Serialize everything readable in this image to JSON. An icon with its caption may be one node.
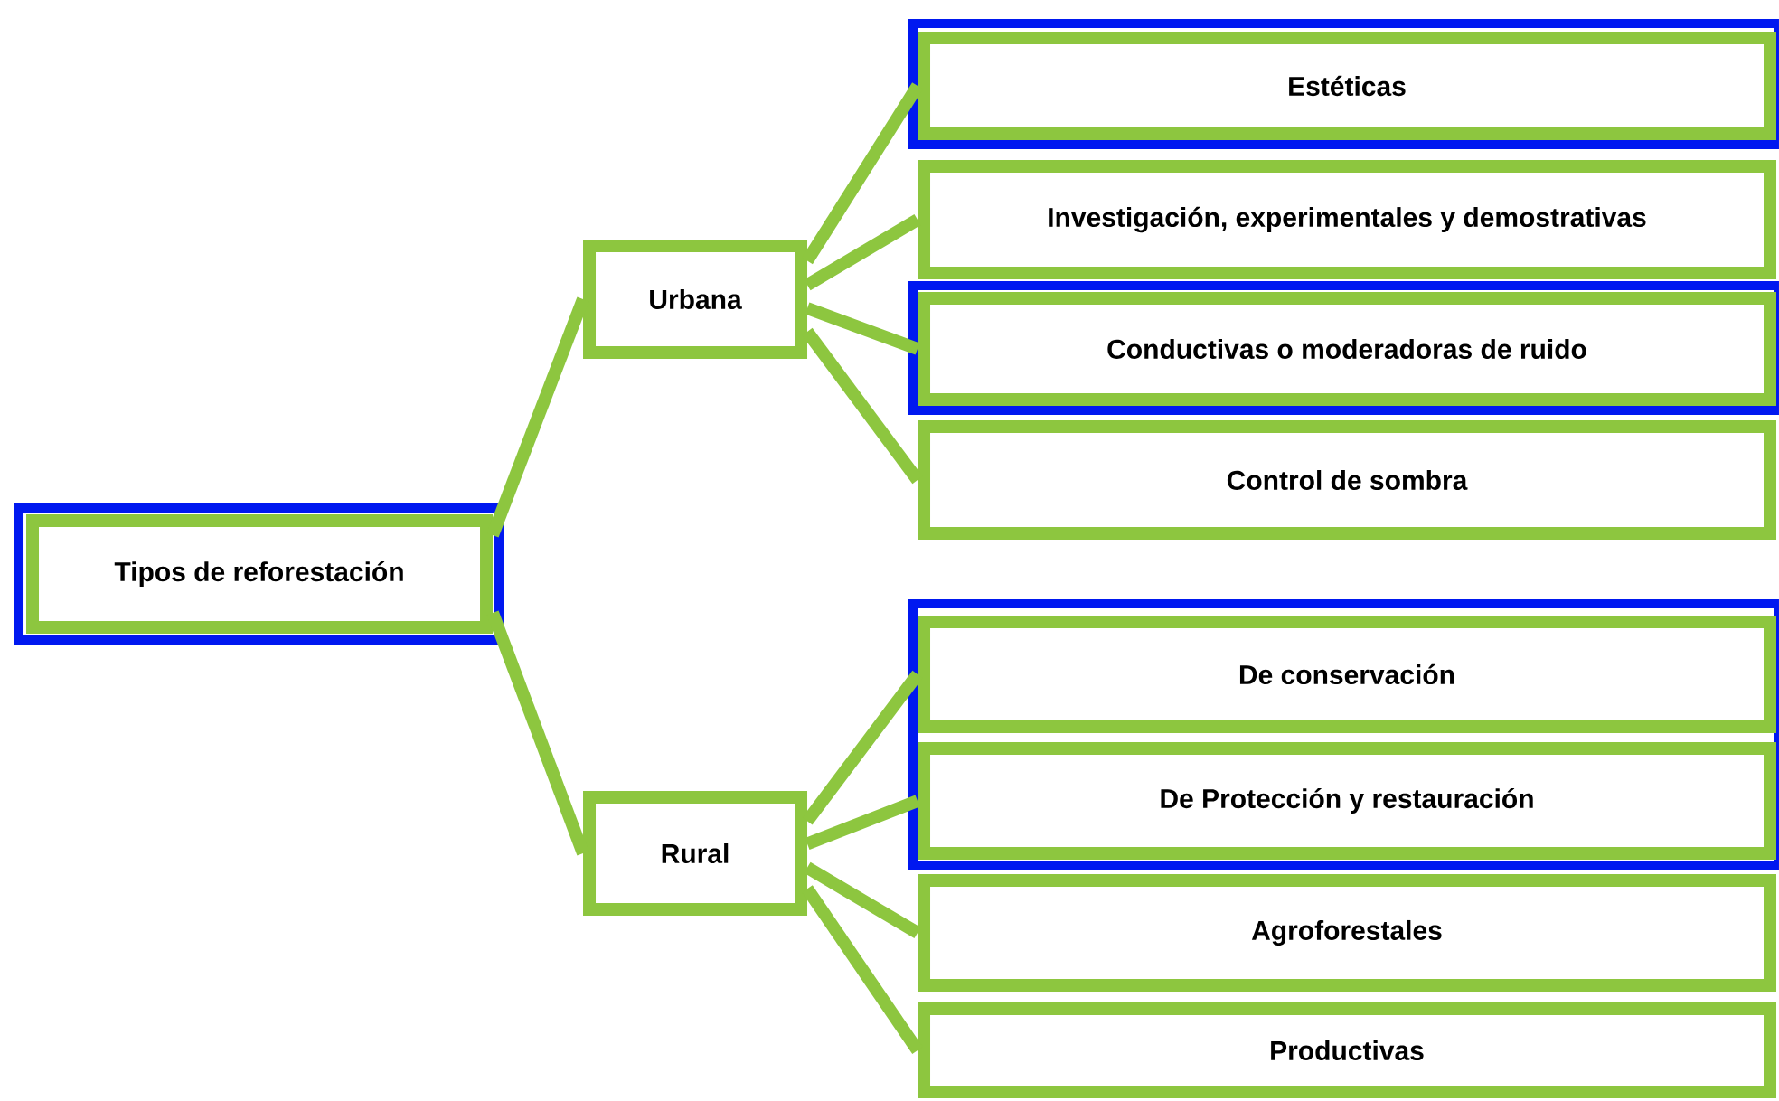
{
  "diagram": {
    "nodes": [
      {
        "text": [],
        "shape": "box"
      },
      {
        "text": [
          "Tipos de reforestación"
        ],
        "in": 0
      },
      {
        "text": [
          "Urbana"
        ]
      },
      {
        "text": [],
        "shape": "box"
      },
      {
        "text": [
          "Estéticas"
        ],
        "in": 3
      },
      {
        "text": [
          "Investigación, experimentales y demostrativas"
        ]
      },
      {
        "text": [],
        "shape": "box"
      },
      {
        "text": [
          "Conductivas o moderadoras de ruido"
        ],
        "in": 6
      },
      {
        "text": [
          "Control de sombra"
        ]
      },
      {
        "text": [
          "Rural"
        ]
      },
      {
        "text": [],
        "shape": "box"
      },
      {
        "text": [
          "De conservación"
        ],
        "in": 10
      },
      {
        "text": [
          "De Protección y restauración"
        ],
        "in": 10
      },
      {
        "text": [
          "Agroforestales"
        ]
      },
      {
        "text": [
          "Productivas"
        ]
      }
    ],
    "edges": [
      {
        "from": 1,
        "to": 2,
        "arrow": "none"
      },
      {
        "from": 1,
        "to": 9,
        "arrow": "none"
      },
      {
        "from": 2,
        "to": 4,
        "arrow": "none"
      },
      {
        "from": 2,
        "to": 5,
        "arrow": "none"
      },
      {
        "from": 2,
        "to": 7,
        "arrow": "none"
      },
      {
        "from": 2,
        "to": 8,
        "arrow": "none"
      },
      {
        "from": 9,
        "to": 11,
        "arrow": "none"
      },
      {
        "from": 9,
        "to": 12,
        "arrow": "none"
      },
      {
        "from": 9,
        "to": 13,
        "arrow": "none"
      },
      {
        "from": 9,
        "to": 14,
        "arrow": "none"
      }
    ]
  }
}
